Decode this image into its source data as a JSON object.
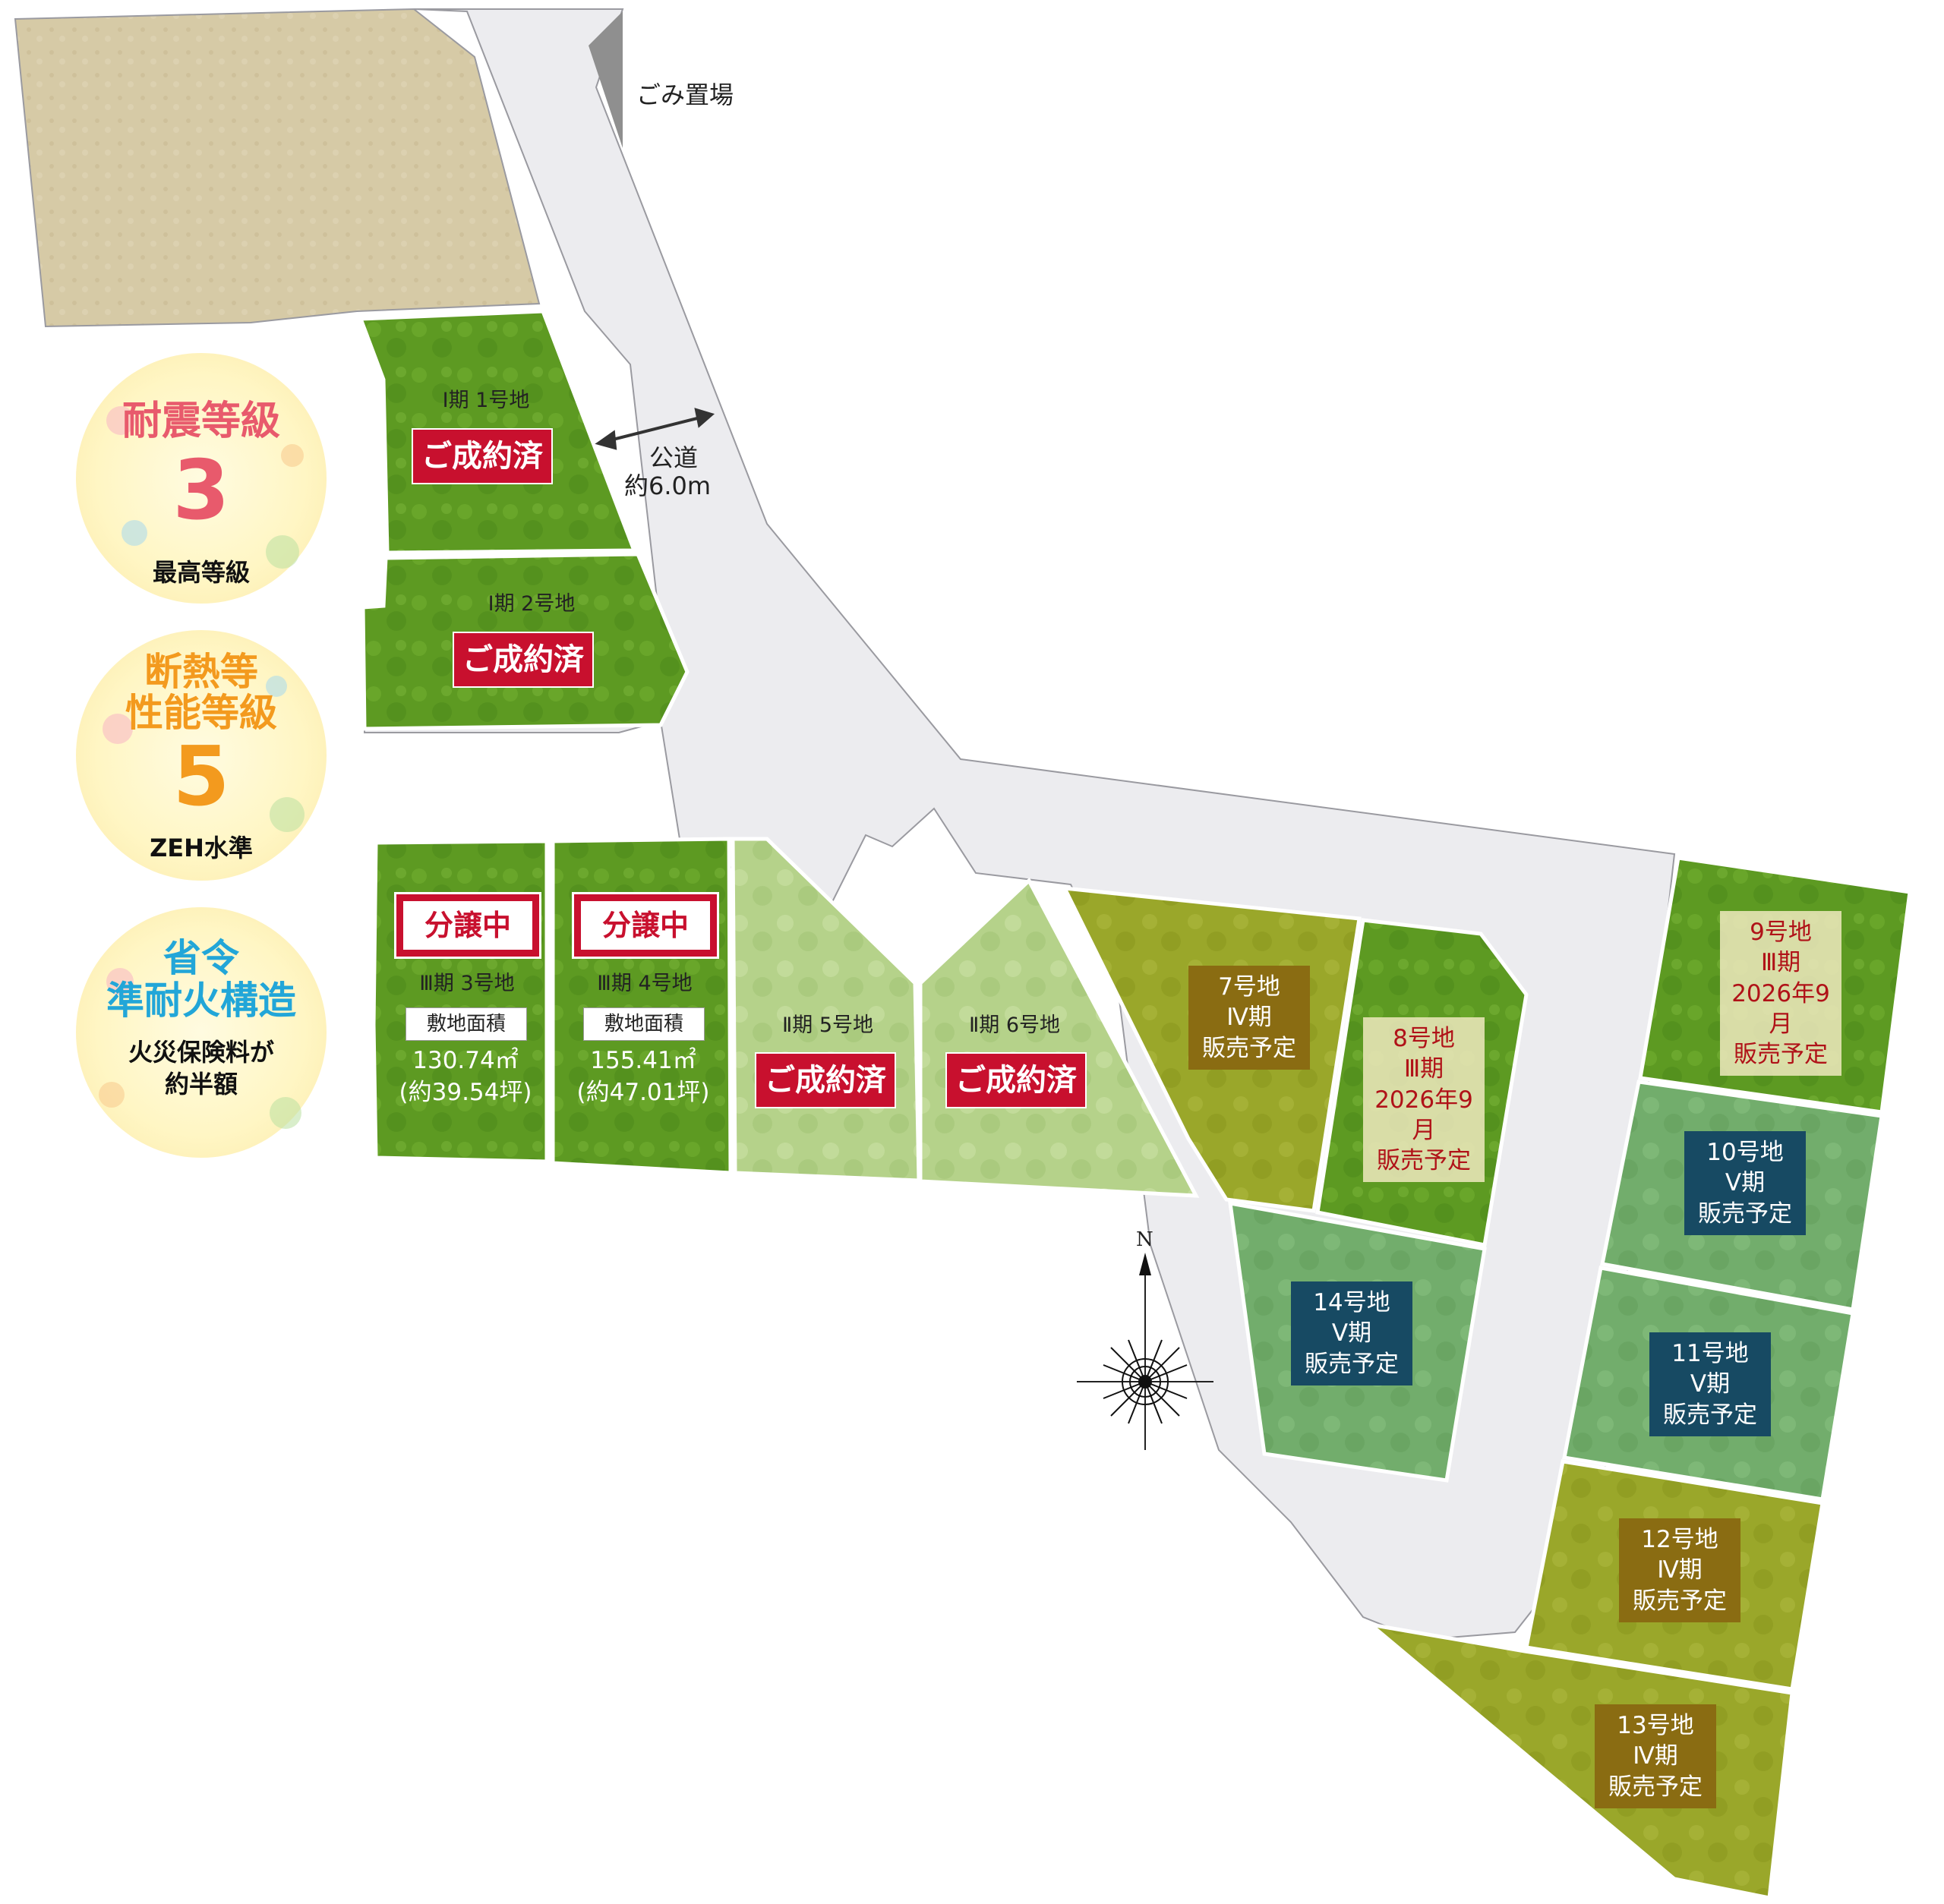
{
  "labels": {
    "garbage": "ごみ置場",
    "road_name": "公道",
    "road_width": "約6.0m",
    "north": "N"
  },
  "badges": [
    {
      "title_lines": [
        "耐震等級"
      ],
      "number": "3",
      "sub_lines": [
        "最高等級"
      ],
      "color": "#e85a6c"
    },
    {
      "title_lines": [
        "断熱等",
        "性能等級"
      ],
      "number": "5",
      "sub_lines": [
        "ZEH水準"
      ],
      "color": "#f39a1e"
    },
    {
      "title_lines": [
        "省令",
        "準耐火構造"
      ],
      "number": "",
      "sub_lines": [
        "火災保険料が",
        "約半額"
      ],
      "color": "#22a6d8"
    }
  ],
  "lots": {
    "lot1": {
      "phase": "Ⅰ期  1号地",
      "status": "ご成約済"
    },
    "lot2": {
      "phase": "Ⅰ期  2号地",
      "status": "ご成約済"
    },
    "lot3": {
      "status": "分譲中",
      "phase": "Ⅲ期  3号地",
      "area_label": "敷地面積",
      "area": "130.74㎡",
      "area_tsubo": "(約39.54坪)"
    },
    "lot4": {
      "status": "分譲中",
      "phase": "Ⅲ期  4号地",
      "area_label": "敷地面積",
      "area": "155.41㎡",
      "area_tsubo": "(約47.01坪)"
    },
    "lot5": {
      "phase": "Ⅱ期  5号地",
      "status": "ご成約済"
    },
    "lot6": {
      "phase": "Ⅱ期  6号地",
      "status": "ご成約済"
    },
    "lot7": {
      "lines": [
        "7号地",
        "Ⅳ期",
        "販売予定"
      ]
    },
    "lot8": {
      "lines": [
        "8号地",
        "Ⅲ期",
        "2026年9月",
        "販売予定"
      ]
    },
    "lot9": {
      "lines": [
        "9号地",
        "Ⅲ期",
        "2026年9月",
        "販売予定"
      ]
    },
    "lot10": {
      "lines": [
        "10号地",
        "Ⅴ期",
        "販売予定"
      ]
    },
    "lot11": {
      "lines": [
        "11号地",
        "Ⅴ期",
        "販売予定"
      ]
    },
    "lot12": {
      "lines": [
        "12号地",
        "Ⅳ期",
        "販売予定"
      ]
    },
    "lot13": {
      "lines": [
        "13号地",
        "Ⅳ期",
        "販売予定"
      ]
    },
    "lot14": {
      "lines": [
        "14号地",
        "Ⅴ期",
        "販売予定"
      ]
    }
  },
  "colors": {
    "road": "#ededf0",
    "neighbor": "#d8cca8",
    "lot_dark": "#5d9a22",
    "lot_light": "#b9d48c",
    "lot_olive": "#9ba926",
    "lot_teal": "#73ad6a",
    "sold_red": "#c8102e"
  }
}
